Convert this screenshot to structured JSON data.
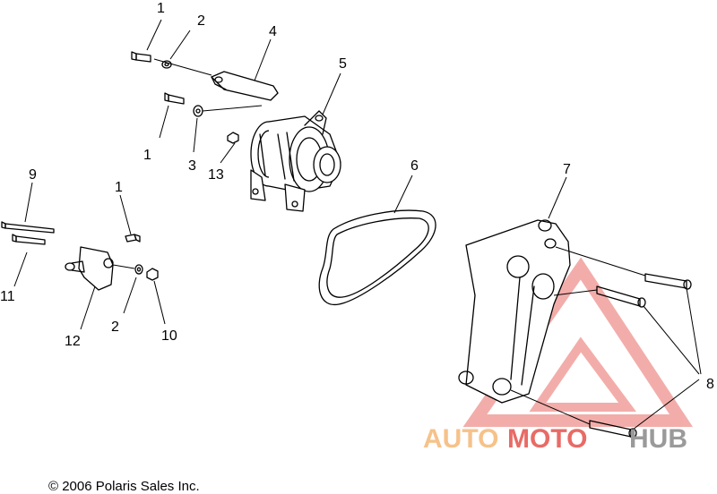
{
  "callouts": {
    "c1a": "1",
    "c2a": "2",
    "c4": "4",
    "c5": "5",
    "c1b": "1",
    "c3": "3",
    "c13": "13",
    "c6": "6",
    "c9": "9",
    "c1c": "1",
    "c7": "7",
    "c11": "11",
    "c2b": "2",
    "c12": "12",
    "c10": "10",
    "c8": "8"
  },
  "copyright": "© 2006 Polaris Sales Inc.",
  "watermark": {
    "auto": "AUTO",
    "moto": "MOTO",
    "hub": "HUB"
  },
  "colors": {
    "line": "#000000",
    "watermark_red": "#e86b66",
    "watermark_orange": "#f6c28a",
    "watermark_gray": "#9a9a9a"
  }
}
